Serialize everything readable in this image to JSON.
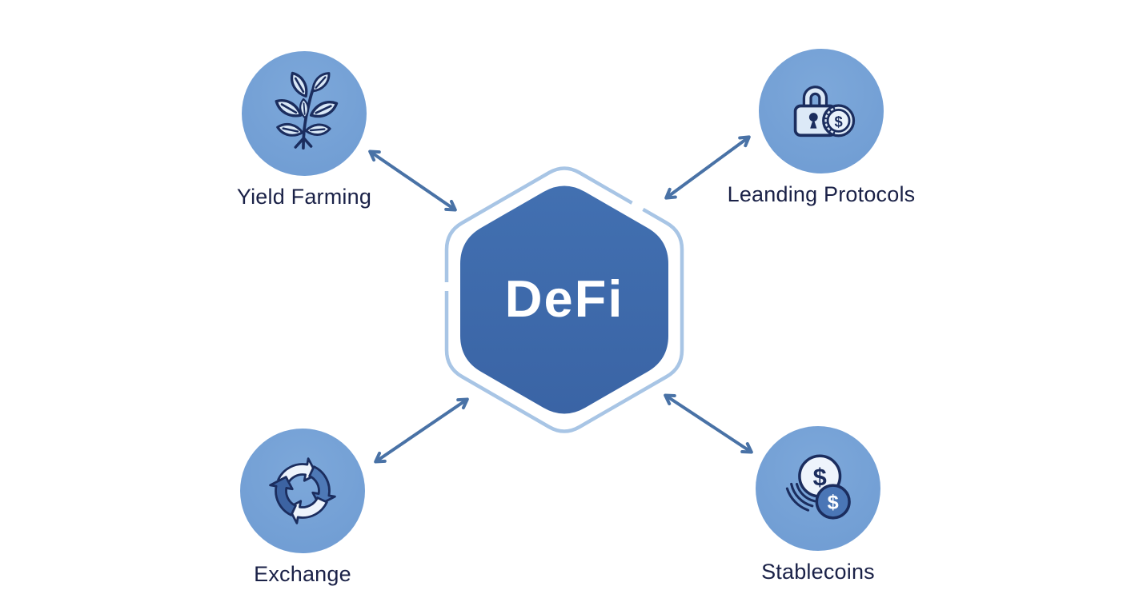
{
  "diagram": {
    "title": "DeFi ecosystem diagram",
    "center_label": "DeFi",
    "nodes": [
      {
        "id": "yield-farming",
        "label": "Yield Farming",
        "icon": "plant-icon"
      },
      {
        "id": "lending-protocols",
        "label": "Leanding Protocols",
        "icon": "lock-coin-icon"
      },
      {
        "id": "exchange",
        "label": "Exchange",
        "icon": "cycle-arrows-icon"
      },
      {
        "id": "stablecoins",
        "label": "Stablecoins",
        "icon": "stacked-coins-icon"
      }
    ],
    "connectors": [
      {
        "from": "yield-farming",
        "to": "defi-hexagon",
        "style": "double-headed-arrow"
      },
      {
        "from": "lending-protocols",
        "to": "defi-hexagon",
        "style": "double-headed-arrow"
      },
      {
        "from": "exchange",
        "to": "defi-hexagon",
        "style": "double-headed-arrow"
      },
      {
        "from": "stablecoins",
        "to": "defi-hexagon",
        "style": "double-headed-arrow"
      }
    ],
    "colors": {
      "background": "#ffffff",
      "hexagon_fill": "#3d6aab",
      "hexagon_outline": "#a8c5e5",
      "node_circle": "#75a1d6",
      "connector_arrow": "#4972a6",
      "label_text": "#1a2147",
      "center_text": "#ffffff",
      "icon_stroke": "#1b2d5e",
      "icon_light_fill": "#dce9f7",
      "icon_dark_fill": "#4a76b6"
    }
  }
}
